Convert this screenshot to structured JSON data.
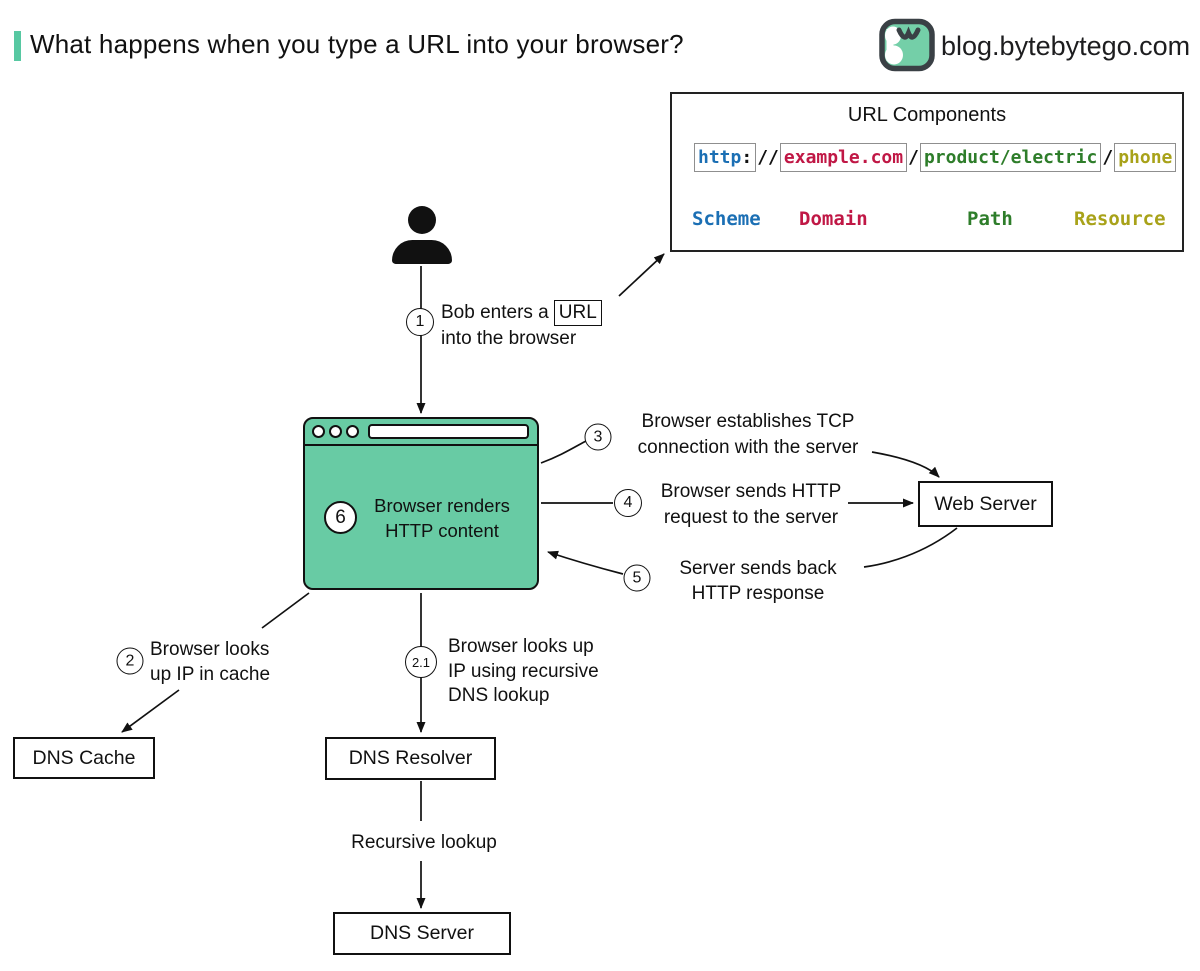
{
  "header": {
    "title": "What happens when you type a URL into your browser?",
    "brand": "blog.bytebytego.com"
  },
  "colors": {
    "accent_teal": "#57c8a2",
    "browser_fill": "#68cba4",
    "scheme_blue": "#1b6fb4",
    "domain_red": "#c01745",
    "path_green": "#2e7d2a",
    "resource_olive": "#a8a219"
  },
  "url_components": {
    "title": "URL Components",
    "parts": {
      "scheme": "http",
      "colon": ":",
      "slashes": "//",
      "domain": "example.com",
      "slash1": "/",
      "path": "product/electric",
      "slash2": "/",
      "resource": "phone"
    },
    "labels": {
      "scheme": "Scheme",
      "domain": "Domain",
      "path": "Path",
      "resource": "Resource"
    }
  },
  "steps": {
    "s1": {
      "num": "1",
      "line1": "Bob enters a",
      "chip": "URL",
      "line2": "into the browser"
    },
    "s2": {
      "num": "2",
      "line1": "Browser looks",
      "line2": "up IP in cache"
    },
    "s21": {
      "num": "2.1",
      "line1": "Browser looks up",
      "line2": "IP using recursive",
      "line3": "DNS lookup"
    },
    "s3": {
      "num": "3",
      "line1": "Browser establishes TCP",
      "line2": "connection with the server"
    },
    "s4": {
      "num": "4",
      "line1": "Browser sends HTTP",
      "line2": "request to the server"
    },
    "s5": {
      "num": "5",
      "line1": "Server sends back",
      "line2": "HTTP response"
    },
    "s6": {
      "num": "6",
      "line1": "Browser renders",
      "line2": "HTTP content"
    }
  },
  "nodes": {
    "web_server": "Web Server",
    "dns_cache": "DNS Cache",
    "dns_resolver": "DNS Resolver",
    "dns_server": "DNS Server"
  },
  "labels": {
    "recursive_lookup": "Recursive lookup"
  }
}
